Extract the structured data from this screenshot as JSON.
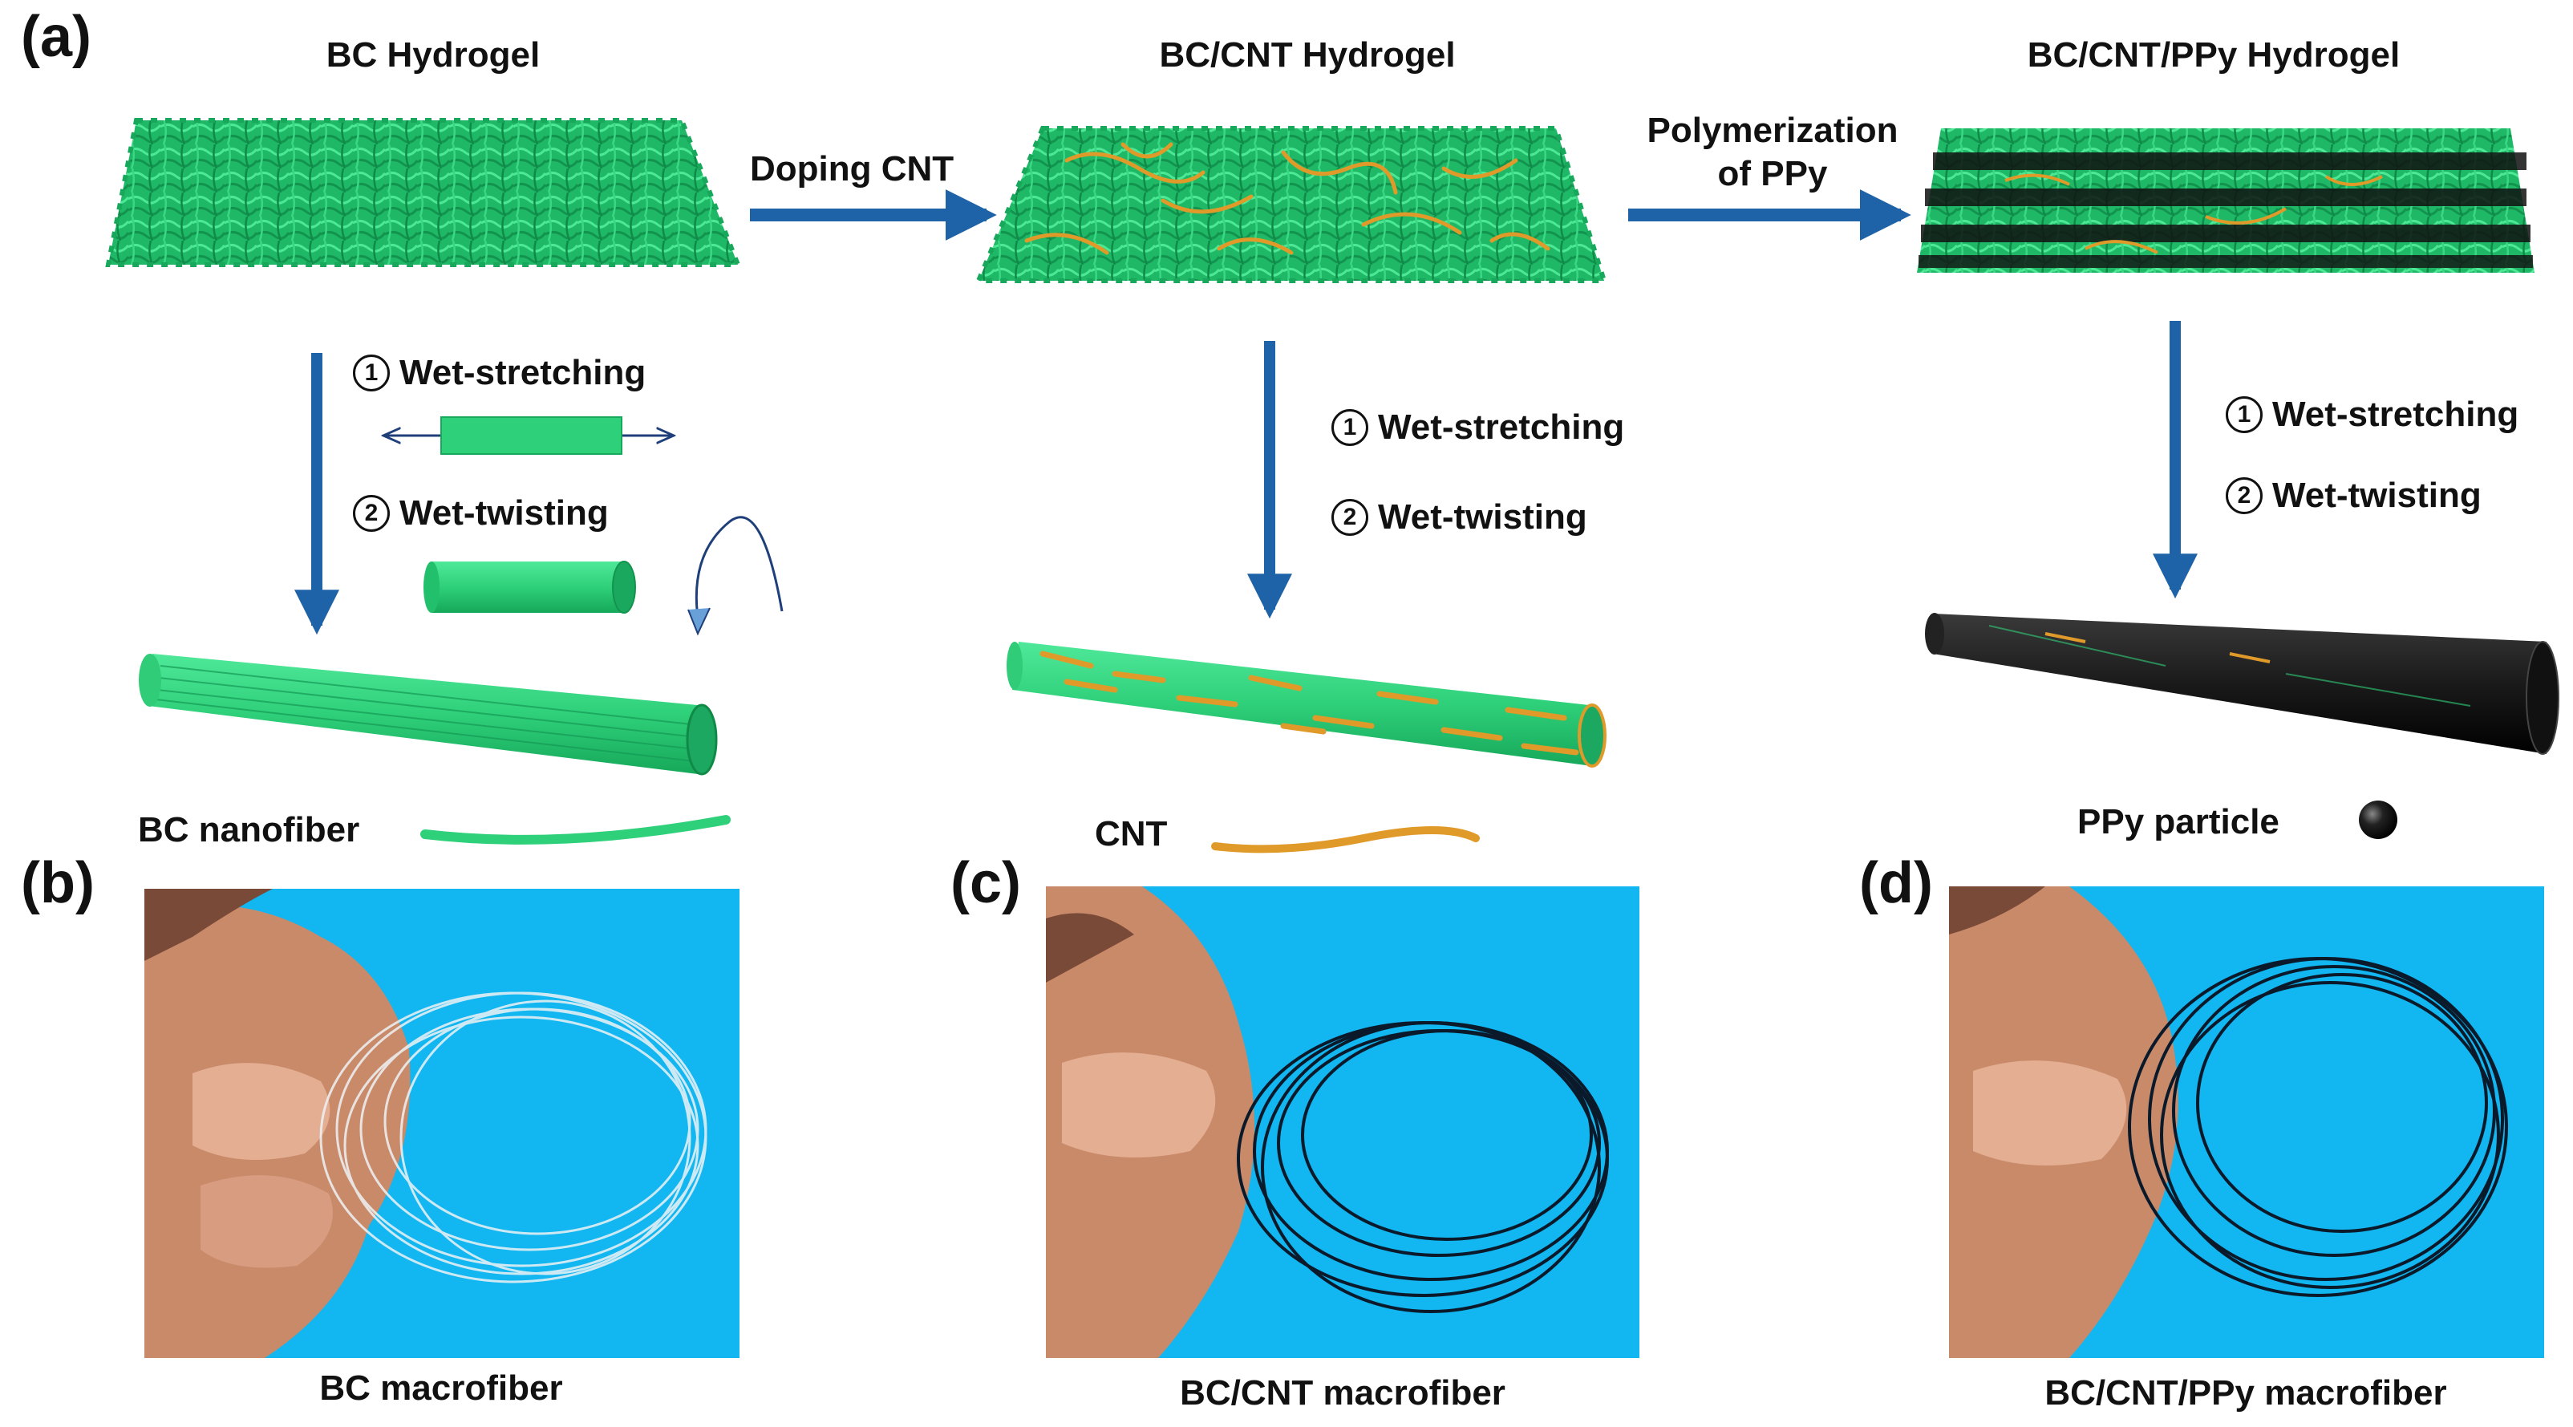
{
  "panel_labels": {
    "a": "(a)",
    "b": "(b)",
    "c": "(c)",
    "d": "(d)"
  },
  "titles": {
    "bc_hydrogel": "BC Hydrogel",
    "bc_cnt_hydrogel": "BC/CNT Hydrogel",
    "bc_cnt_ppy_hydrogel": "BC/CNT/PPy Hydrogel"
  },
  "arrows": {
    "doping": "Doping CNT",
    "polymerization_line1": "Polymerization",
    "polymerization_line2": "of PPy"
  },
  "steps": {
    "num1": "1",
    "num2": "2",
    "wet_stretching": "Wet-stretching",
    "wet_twisting": "Wet-twisting"
  },
  "legend": {
    "bc_nanofiber": "BC nanofiber",
    "cnt": "CNT",
    "ppy_particle": "PPy particle"
  },
  "captions": {
    "bc_macrofiber": "BC macrofiber",
    "bc_cnt_macrofiber": "BC/CNT macrofiber",
    "bc_cnt_ppy_macrofiber": "BC/CNT/PPy macrofiber"
  },
  "colors": {
    "bc_green": "#2fd07a",
    "cnt_orange": "#e09a2a",
    "ppy_black": "#1a1a1a",
    "arrow_blue": "#1e63a8",
    "photo_blue": "#12b6f0"
  }
}
